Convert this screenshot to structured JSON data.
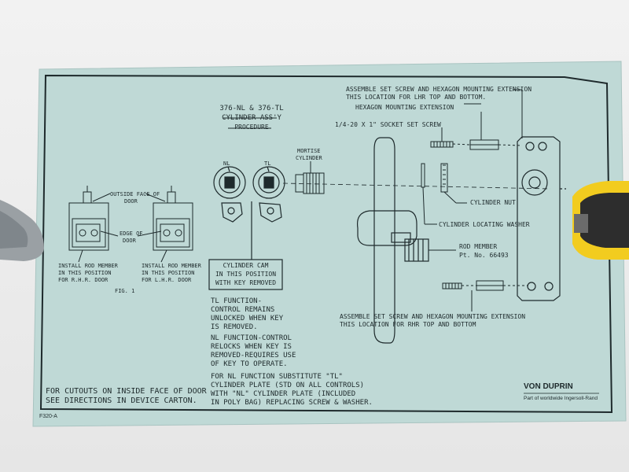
{
  "colors": {
    "paper": "#bfd9d6",
    "ink": "#1e2a2c",
    "background": "#ebebeb",
    "tape_yellow": "#f2cc1f",
    "tape_dark": "#2d2d2d",
    "handle_metal": "#9aa0a4"
  },
  "doc": {
    "title_line1": "376-NL & 376-TL",
    "title_line2": "CYLINDER ASS'Y",
    "title_line3": "PROCEDURE",
    "fig1": {
      "outside_face_line1": "OUTSIDE FACE OF",
      "outside_face_line2": "DOOR",
      "edge_line1": "EDGE OF",
      "edge_line2": "DOOR",
      "install_rhr_line1": "INSTALL ROD MEMBER",
      "install_rhr_line2": "IN THIS POSITION",
      "install_rhr_line3": "FOR R.H.R. DOOR",
      "install_lhr_line1": "INSTALL ROD MEMBER",
      "install_lhr_line2": "IN THIS POSITION",
      "install_lhr_line3": "FOR L.H.R. DOOR",
      "caption": "FIG. 1"
    },
    "labels": {
      "nl": "NL",
      "tl": "TL",
      "mortise_line1": "MORTISE",
      "mortise_line2": "CYLINDER",
      "cylinder_cam_line1": "CYLINDER CAM",
      "cylinder_cam_line2": "IN THIS POSITION",
      "cylinder_cam_line3": "WITH KEY REMOVED",
      "assemble_top_line1": "ASSEMBLE SET SCREW AND HEXAGON MOUNTING EXTENSION",
      "assemble_top_line2": "THIS LOCATION FOR LHR TOP AND BOTTOM.",
      "hex_ext": "HEXAGON MOUNTING EXTENSION",
      "socket_screw": "1/4-20 X 1\" SOCKET SET SCREW",
      "cylinder_nut": "CYLINDER NUT",
      "cyl_washer": "CYLINDER LOCATING WASHER",
      "rod_member_line1": "ROD MEMBER",
      "rod_member_line2": "Pt. No. 66493",
      "assemble_bottom_line1": "ASSEMBLE SET SCREW AND HEXAGON MOUNTING EXTENSION",
      "assemble_bottom_line2": "THIS LOCATION FOR RHR TOP AND BOTTOM"
    },
    "notes": {
      "tl_line1": "TL FUNCTION-",
      "tl_line2": "CONTROL REMAINS",
      "tl_line3": "UNLOCKED WHEN KEY",
      "tl_line4": "IS REMOVED.",
      "nl_line1": "NL FUNCTION-CONTROL",
      "nl_line2": "RELOCKS WHEN KEY IS",
      "nl_line3": "REMOVED-REQUIRES USE",
      "nl_line4": "OF KEY TO OPERATE.",
      "sub_line1": "FOR NL FUNCTION SUBSTITUTE \"TL\"",
      "sub_line2": "CYLINDER PLATE (STD ON ALL CONTROLS)",
      "sub_line3": "WITH \"NL\" CYLINDER PLATE (INCLUDED",
      "sub_line4": "IN POLY BAG) REPLACING SCREW & WASHER."
    },
    "cutouts_line1": "FOR CUTOUTS ON INSIDE FACE OF DOOR",
    "cutouts_line2": "SEE DIRECTIONS IN DEVICE CARTON.",
    "brand": "VON DUPRIN",
    "brand_sub": "Part of worldwide Ingersoll-Rand",
    "form_id": "F320-A"
  }
}
